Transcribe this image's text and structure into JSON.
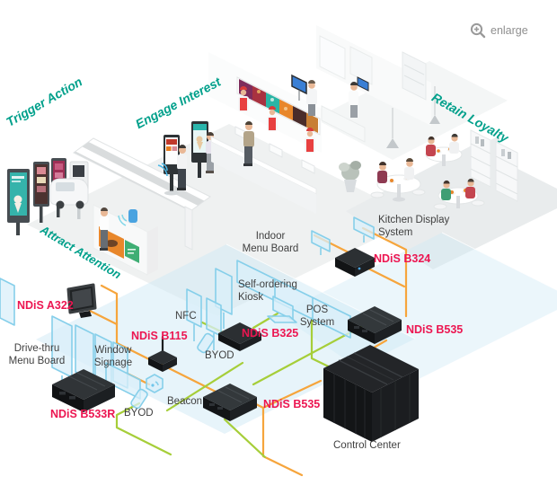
{
  "enlarge": {
    "label": "enlarge"
  },
  "zones": {
    "trigger": "Trigger Action",
    "engage": "Engage Interest",
    "retain": "Retain Loyalty",
    "attract": "Attract Attention"
  },
  "products": {
    "a322": "NDiS A322",
    "b324": "NDiS B324",
    "b115": "NDiS B115",
    "b325": "NDiS B325",
    "b535_right": "NDiS B535",
    "b535_bottom": "NDiS B535",
    "b533r": "NDiS B533R"
  },
  "equipment": {
    "kitchen_display": {
      "line1": "Kitchen Display",
      "line2": "System"
    },
    "indoor_menu": {
      "line1": "Indoor",
      "line2": "Menu Board"
    },
    "self_ordering": {
      "line1": "Self-ordering",
      "line2": "Kiosk"
    },
    "pos": {
      "line1": "POS",
      "line2": "System"
    },
    "nfc": "NFC",
    "drive_thru": {
      "line1": "Drive-thru",
      "line2": "Menu Board"
    },
    "window_signage": {
      "line1": "Window",
      "line2": "Signage"
    },
    "byod_1": "BYOD",
    "byod_2": "BYOD",
    "beacon": "Beacon",
    "control_center": "Control Center"
  },
  "colors": {
    "zone_teal": "#00A08B",
    "product_red": "#EC1651",
    "line_orange": "#F6A53C",
    "line_green": "#A6CE39",
    "equipment_blue": "#86CFEA",
    "floor_blue": "#CFE9F6",
    "enlarge_gray": "#8F8F8F"
  }
}
